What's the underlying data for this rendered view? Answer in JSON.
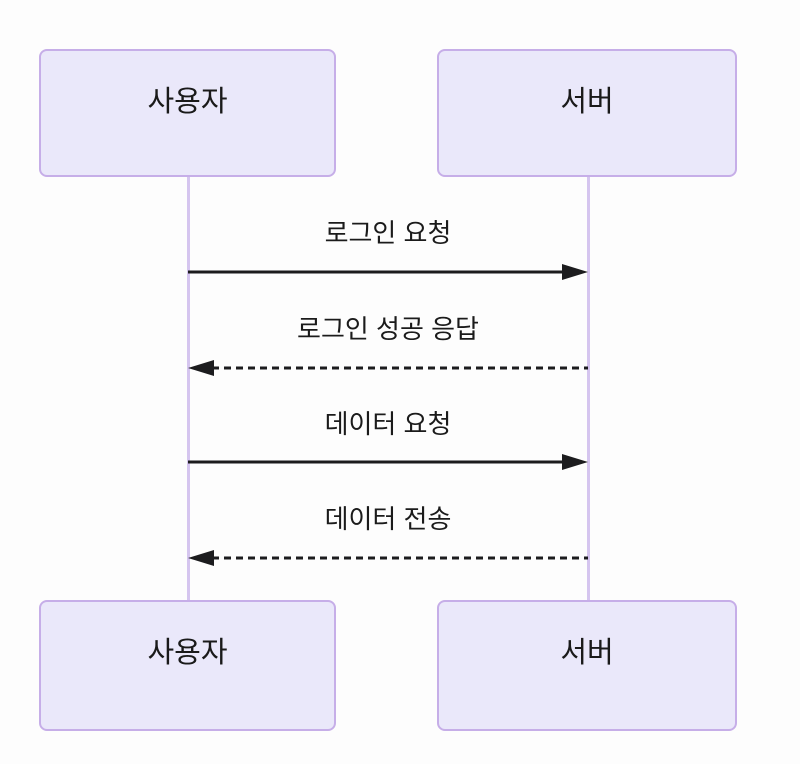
{
  "diagram": {
    "type": "sequence-diagram",
    "actors": {
      "user": {
        "label": "사용자"
      },
      "server": {
        "label": "서버"
      }
    },
    "messages": [
      {
        "from": "user",
        "to": "server",
        "label": "로그인 요청",
        "line": "solid",
        "direction": "right"
      },
      {
        "from": "server",
        "to": "user",
        "label": "로그인 성공 응답",
        "line": "dashed",
        "direction": "left"
      },
      {
        "from": "user",
        "to": "server",
        "label": "데이터 요청",
        "line": "solid",
        "direction": "right"
      },
      {
        "from": "server",
        "to": "user",
        "label": "데이터 전송",
        "line": "dashed",
        "direction": "left"
      }
    ],
    "colors": {
      "actor_fill": "#EAE8FA",
      "actor_border": "#C6AEE8",
      "lifeline": "#D5C5EF",
      "arrow": "#1C1C1E",
      "text": "#1A1A1A",
      "background": "#FDFDFD"
    }
  }
}
